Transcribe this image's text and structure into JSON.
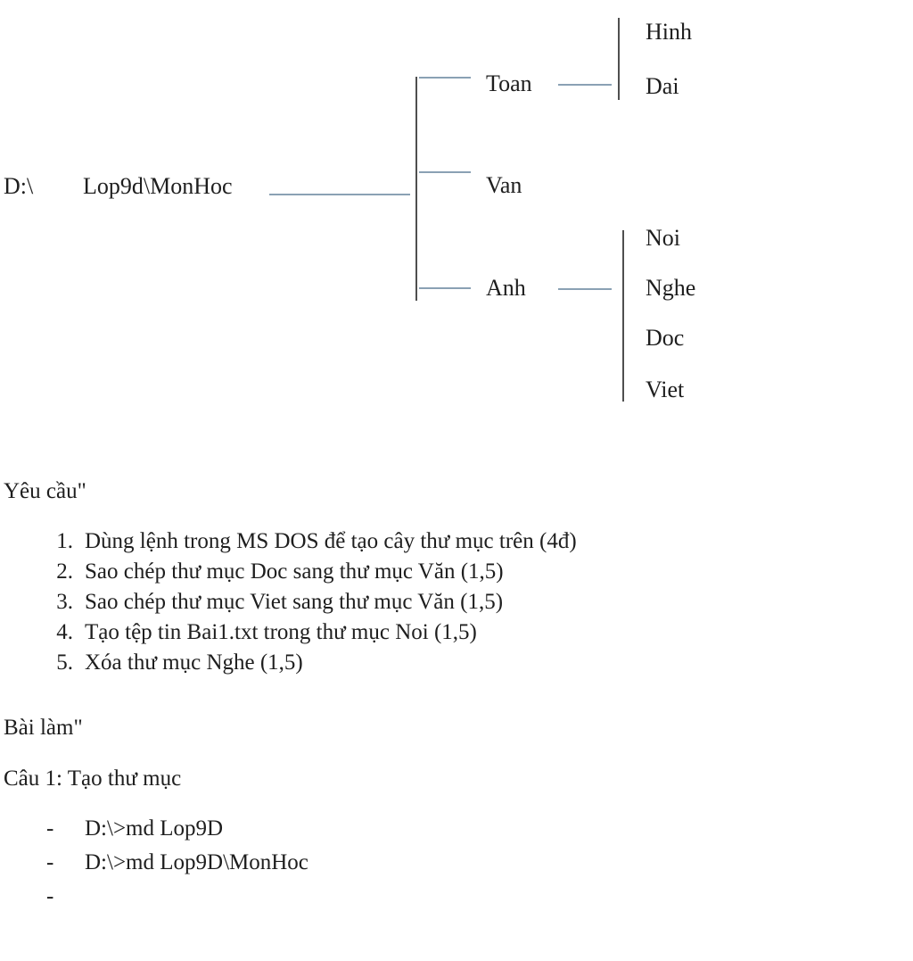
{
  "tree": {
    "drive": "D:\\",
    "root": "Lop9d\\MonHoc",
    "children": [
      {
        "name": "Toan",
        "subfolders": [
          "Hinh",
          "Dai"
        ]
      },
      {
        "name": "Van",
        "subfolders": []
      },
      {
        "name": "Anh",
        "subfolders": [
          "Noi",
          "Nghe",
          "Doc",
          "Viet"
        ]
      }
    ]
  },
  "requirements": {
    "heading": "Yêu cầu\"",
    "items": [
      {
        "num": "1.",
        "text": "Dùng lệnh trong MS DOS để tạo cây thư mục trên (4đ)"
      },
      {
        "num": "2.",
        "text": "Sao chép thư mục Doc sang thư mục Văn (1,5)"
      },
      {
        "num": "3.",
        "text": "Sao chép thư mục Viet sang thư mục Văn (1,5)"
      },
      {
        "num": "4.",
        "text": "Tạo tệp tin Bai1.txt trong thư mục Noi (1,5)"
      },
      {
        "num": "5.",
        "text": "Xóa thư mục Nghe (1,5)"
      }
    ]
  },
  "answer": {
    "heading": "Bài làm\"",
    "question_label": "Câu 1: Tạo thư mục",
    "bullet": "-",
    "commands": [
      "D:\\>md Lop9D",
      "D:\\>md Lop9D\\MonHoc",
      ""
    ]
  }
}
